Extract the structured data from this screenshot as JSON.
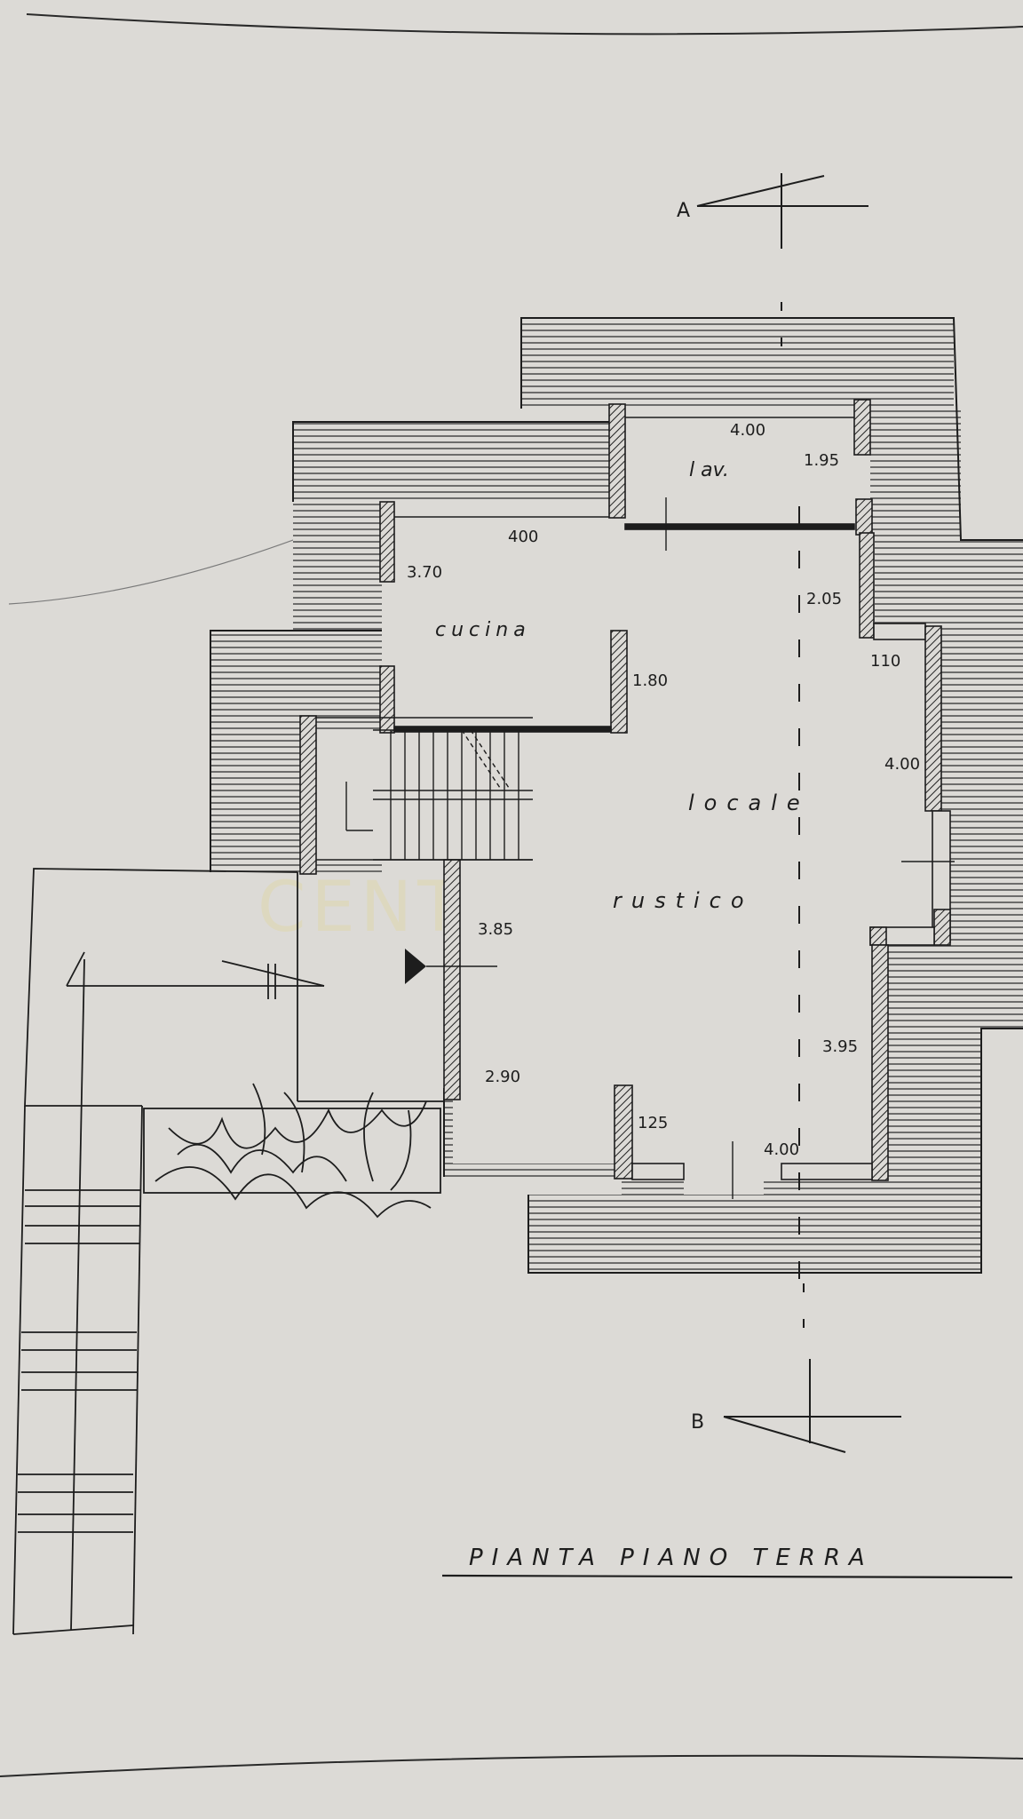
{
  "title": "PIANTA PIANO TERRA",
  "watermark": "CENTURY 21",
  "section_marks": {
    "a": "A",
    "b": "B"
  },
  "rooms": {
    "lav": "l av.",
    "cucina": "cucina",
    "locale": "locale",
    "rustico": "rustico"
  },
  "dimensions": {
    "lav_width": "4.00",
    "lav_depth": "1.95",
    "cucina_width": "400",
    "cucina_height": "3.70",
    "cucina_wall": "1.80",
    "gap_205": "2.05",
    "gap_110": "110",
    "right_400": "4.00",
    "stair_385": "3.85",
    "bottom_290": "2.90",
    "bottom_125": "125",
    "bottom_400": "4.00",
    "right_395": "3.95"
  },
  "colors": {
    "paper": "#dcdad6",
    "ink": "#1d1d1d",
    "hatch": "#4a4a4a"
  }
}
